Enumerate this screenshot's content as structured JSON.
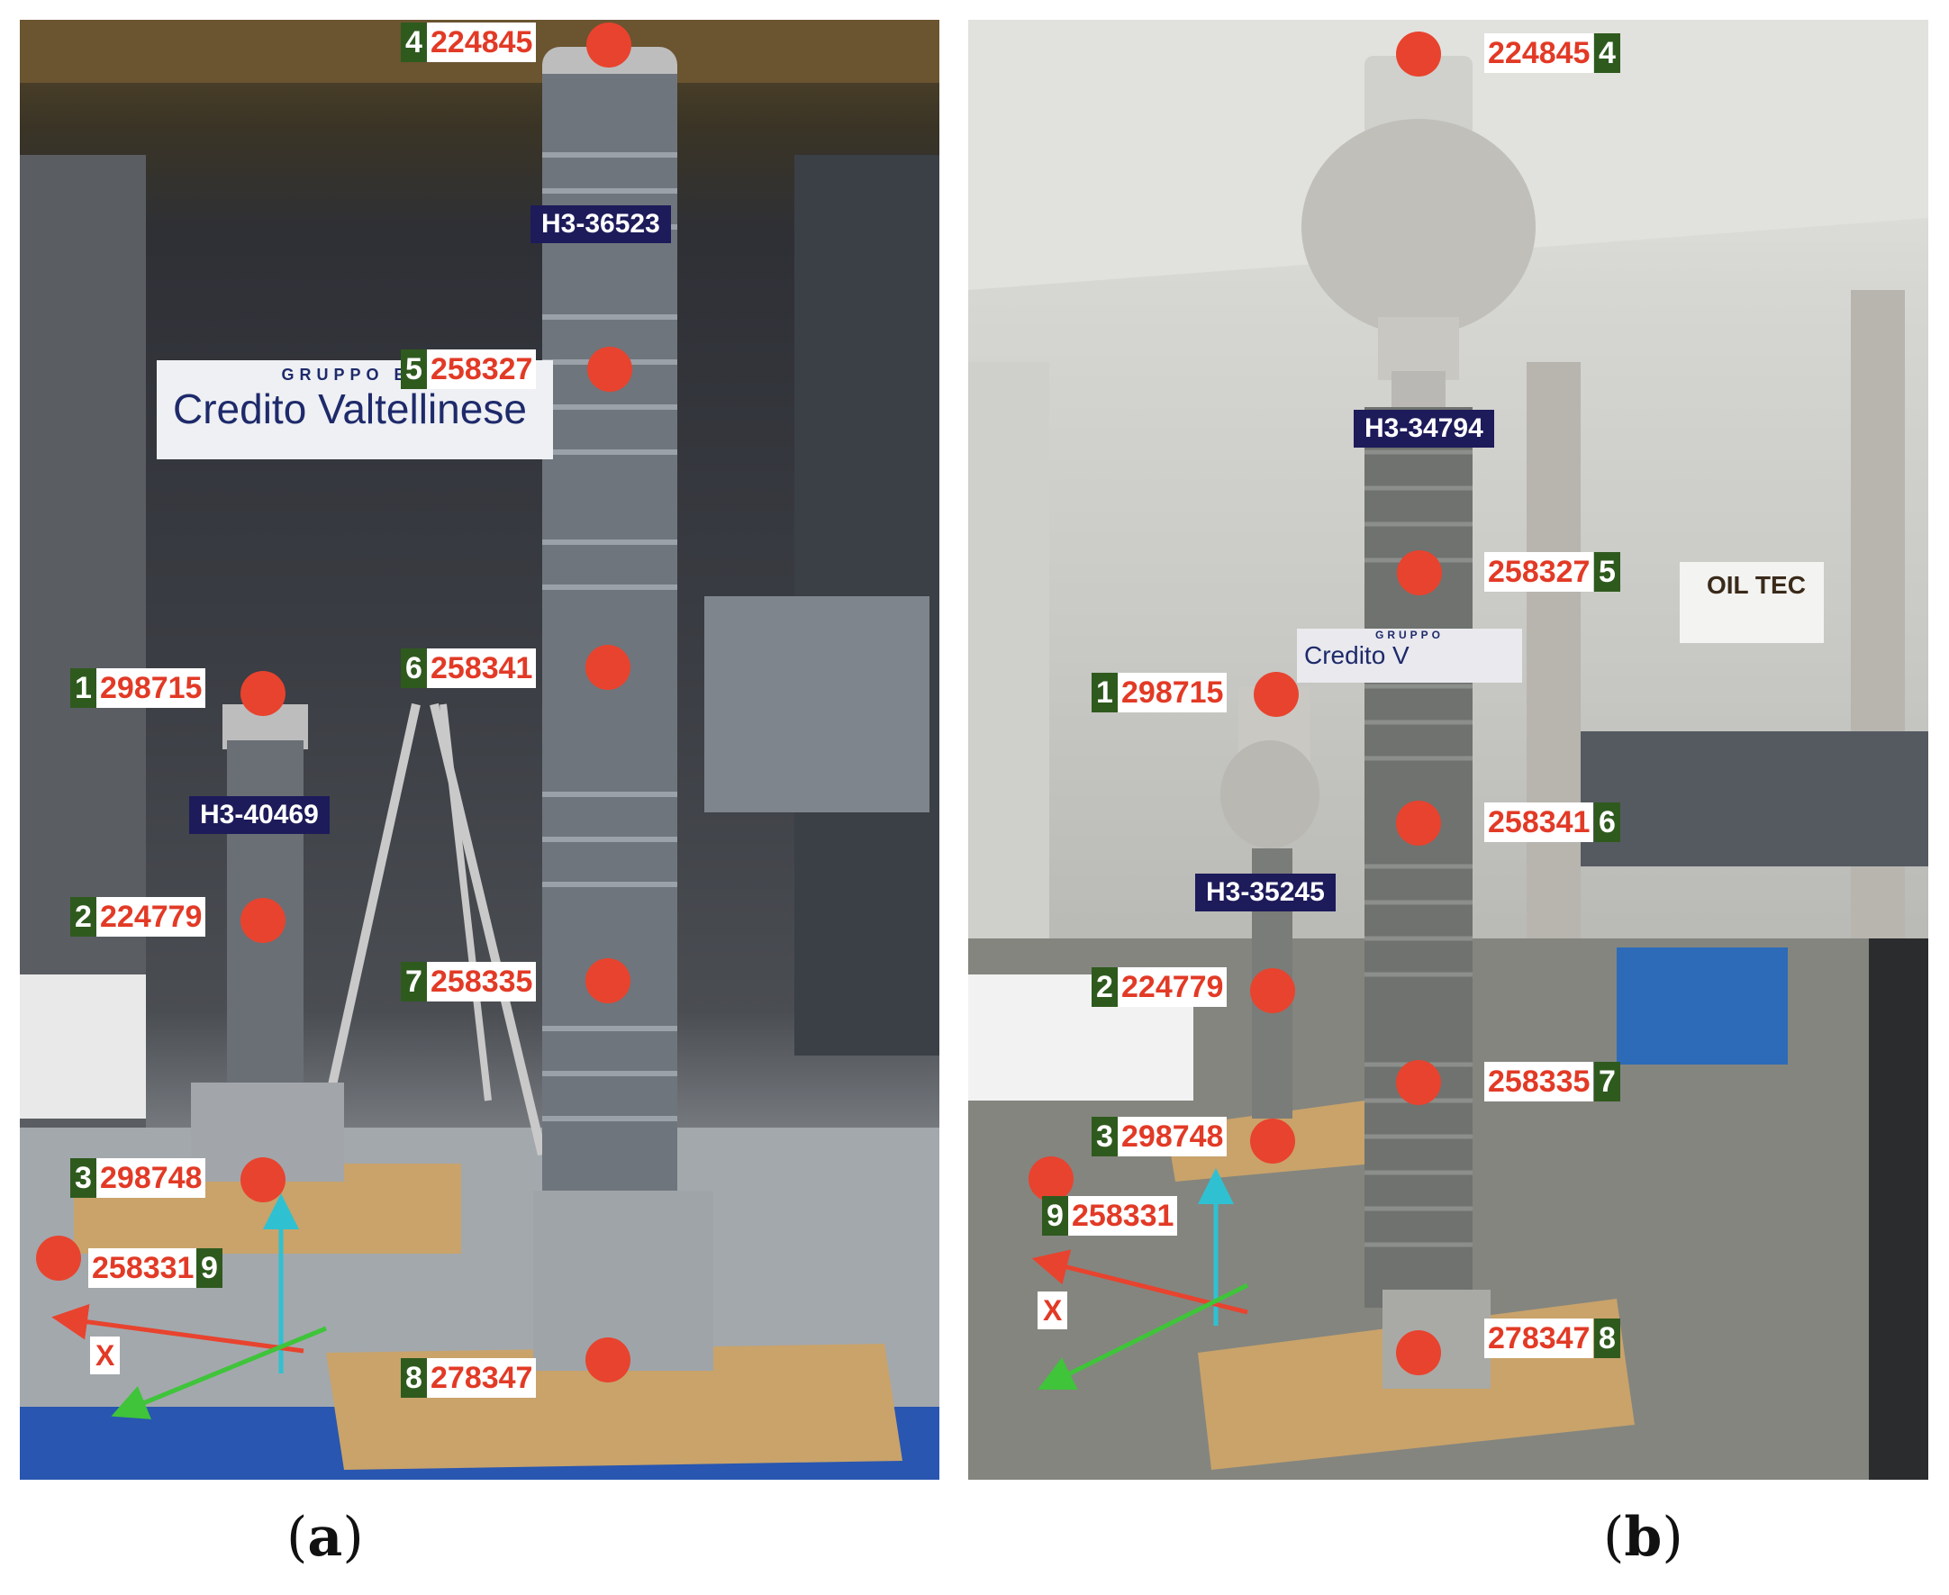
{
  "panels": [
    {
      "id": "a",
      "caption": "a",
      "sign_text": "Credito Valtellinese",
      "sign_small": "GRUPPO BA",
      "models": [
        "H3-36523",
        "H3-40469"
      ],
      "sensors": [
        {
          "n": "4",
          "code": "224845"
        },
        {
          "n": "5",
          "code": "258327"
        },
        {
          "n": "6",
          "code": "258341"
        },
        {
          "n": "1",
          "code": "298715"
        },
        {
          "n": "2",
          "code": "224779"
        },
        {
          "n": "7",
          "code": "258335"
        },
        {
          "n": "3",
          "code": "298748"
        },
        {
          "n": "9",
          "code": "258331"
        },
        {
          "n": "8",
          "code": "278347"
        }
      ],
      "axis_x": "X"
    },
    {
      "id": "b",
      "caption": "b",
      "sign_text": "Credito V",
      "sign_small": "GRUPPO",
      "logo_text": "OIL TEC",
      "models": [
        "H3-34794",
        "H3-35245"
      ],
      "sensors": [
        {
          "n": "4",
          "code": "224845"
        },
        {
          "n": "5",
          "code": "258327"
        },
        {
          "n": "1",
          "code": "298715"
        },
        {
          "n": "6",
          "code": "258341"
        },
        {
          "n": "2",
          "code": "224779"
        },
        {
          "n": "7",
          "code": "258335"
        },
        {
          "n": "3",
          "code": "298748"
        },
        {
          "n": "9",
          "code": "258331"
        },
        {
          "n": "8",
          "code": "278347"
        }
      ],
      "axis_x": "X"
    }
  ],
  "colors": {
    "marker": "#e8432e",
    "index_bg": "#2f5a1e",
    "model_bg": "#1d1b5a",
    "axis_x": "#e23a26",
    "axis_y": "#2fc1d1",
    "axis_z": "#3fc43a"
  }
}
